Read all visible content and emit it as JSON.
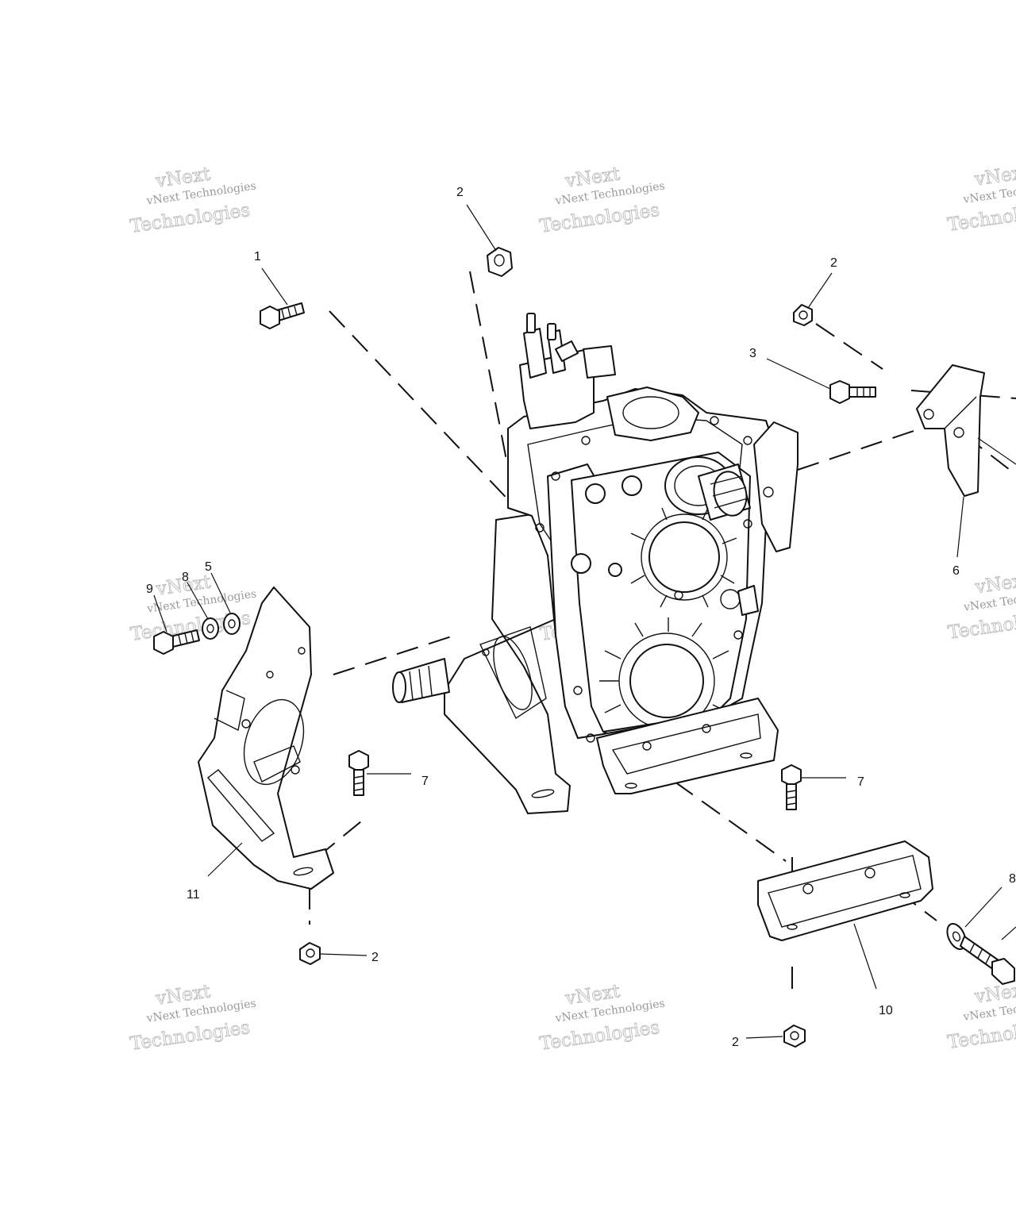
{
  "watermark": {
    "line1": "vNext",
    "line2": "vNext Technologies",
    "line3": "Technologies"
  },
  "callouts": {
    "c1": "1",
    "c2a": "2",
    "c2b": "2",
    "c3": "3",
    "c5": "5",
    "c6": "6",
    "c7a": "7",
    "c7b": "7",
    "c8a": "8",
    "c8b": "8",
    "c9": "9",
    "c10": "10",
    "c11": "11",
    "c2c": "2",
    "c2d": "2"
  }
}
